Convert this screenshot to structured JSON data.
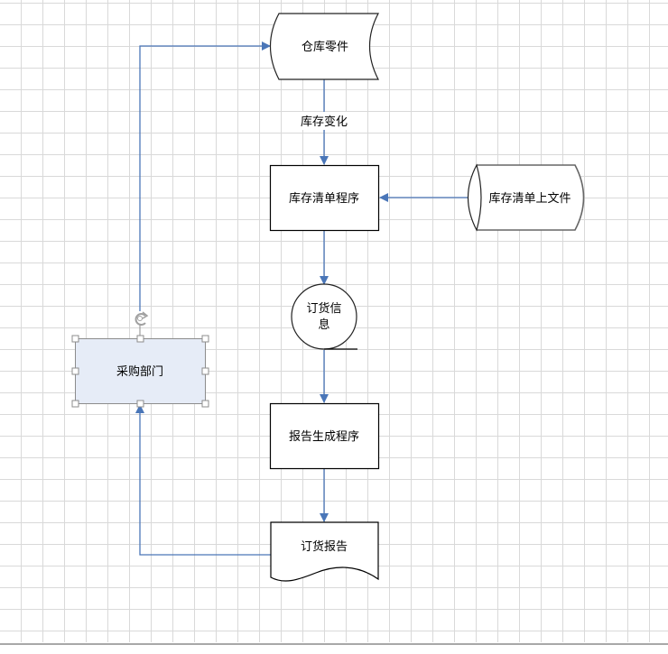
{
  "diagram": {
    "type": "flowchart",
    "nodes": {
      "warehouse_parts": {
        "label": "仓库零件",
        "shape": "stored-data"
      },
      "inventory_program": {
        "label": "库存清单程序",
        "shape": "process"
      },
      "inventory_file": {
        "label": "库存清单上文件",
        "shape": "direct-access-storage"
      },
      "order_info": {
        "label_line1": "订货信",
        "label_line2": "息",
        "shape": "sequential-data"
      },
      "report_program": {
        "label": "报告生成程序",
        "shape": "process"
      },
      "order_report": {
        "label": "订货报告",
        "shape": "document"
      },
      "purchasing_dept": {
        "label": "采购部门",
        "shape": "process",
        "selected": true,
        "fill": "#e6ecf7"
      }
    },
    "edges": [
      {
        "from": "warehouse_parts",
        "to": "inventory_program",
        "label": "库存变化"
      },
      {
        "from": "inventory_file",
        "to": "inventory_program",
        "label": ""
      },
      {
        "from": "inventory_program",
        "to": "order_info",
        "label": ""
      },
      {
        "from": "order_info",
        "to": "report_program",
        "label": ""
      },
      {
        "from": "report_program",
        "to": "order_report",
        "label": ""
      },
      {
        "from": "order_report",
        "to": "purchasing_dept",
        "label": ""
      },
      {
        "from": "purchasing_dept",
        "to": "warehouse_parts",
        "label": ""
      }
    ],
    "colors": {
      "connector": "#4a76b8",
      "shape_stroke": "#000000",
      "selection": "#8c8c8c"
    }
  }
}
